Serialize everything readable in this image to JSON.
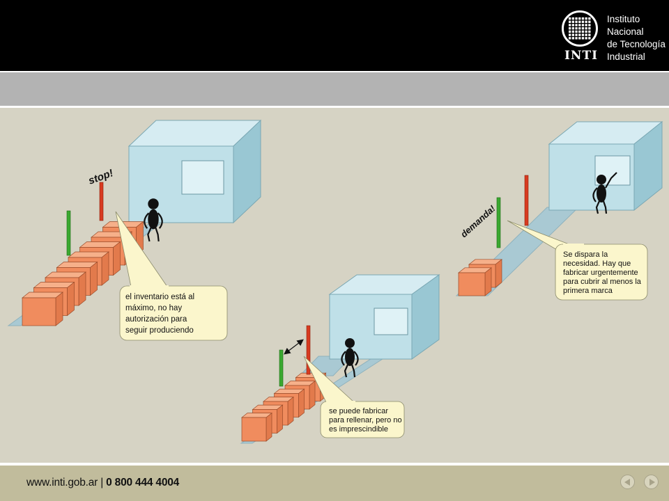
{
  "header": {
    "brand": "INTI",
    "org_name_lines": [
      "Instituto",
      "Nacional",
      "de Tecnología",
      "Industrial"
    ]
  },
  "diagram": {
    "scene_full": {
      "signal_label": "stop!",
      "callout_lines": [
        "el inventario está al",
        "máximo, no hay",
        "autorización para",
        "seguir produciendo"
      ]
    },
    "scene_middle": {
      "callout_lines": [
        "se puede fabricar",
        "para rellenar, pero no",
        "es imprescindible"
      ]
    },
    "scene_demand": {
      "signal_label": "demanda!",
      "callout_lines": [
        "Se dispara la",
        "necesidad. Hay que",
        "fabricar urgentemente",
        "para cubrir al menos la",
        "primera marca"
      ]
    }
  },
  "footer": {
    "website": "www.inti.gob.ar",
    "separator": " | ",
    "phone": "0 800 444 4004"
  },
  "colors": {
    "header_bg": "#000000",
    "band_grey": "#b3b3b3",
    "content_bg": "#d6d3c4",
    "footer_bg": "#c1bc9c",
    "building_front": "#bfe0e8",
    "building_side": "#99c7d3",
    "conveyor": "#a9c9d3",
    "box_front": "#f08c5e",
    "box_top": "#f6b08a",
    "signal_red": "#d83a20",
    "signal_green": "#3aa830",
    "callout_fill": "#fbf6cc"
  },
  "icons": [
    "logo-grid-icon",
    "prev-arrow-icon",
    "next-arrow-icon"
  ]
}
